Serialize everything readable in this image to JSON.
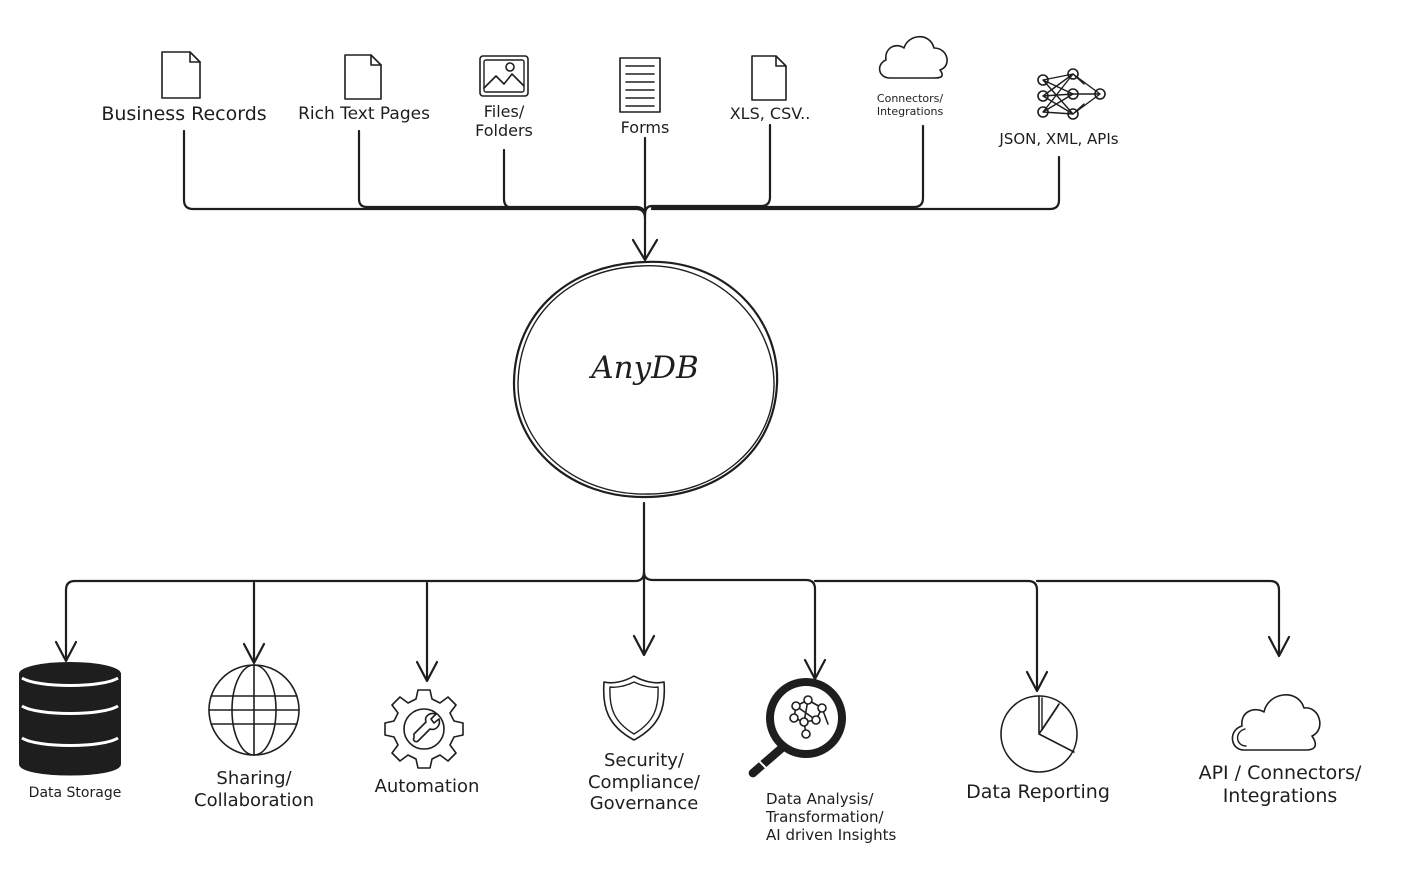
{
  "center": {
    "label": "AnyDB"
  },
  "inputs": [
    {
      "id": "business-records",
      "icon": "document-icon",
      "lines": [
        "Business Records"
      ]
    },
    {
      "id": "rich-text-pages",
      "icon": "document-icon",
      "lines": [
        "Rich Text Pages"
      ]
    },
    {
      "id": "files-folders",
      "icon": "image-icon",
      "lines": [
        "Files/",
        "Folders"
      ]
    },
    {
      "id": "forms",
      "icon": "form-icon",
      "lines": [
        "Forms"
      ]
    },
    {
      "id": "xls-csv",
      "icon": "document-icon",
      "lines": [
        "XLS, CSV.."
      ]
    },
    {
      "id": "connectors-integrations",
      "icon": "cloud-icon",
      "lines": [
        "Connectors/",
        "Integrations"
      ]
    },
    {
      "id": "json-xml-apis",
      "icon": "neural-network-icon",
      "lines": [
        "JSON, XML, APIs"
      ]
    }
  ],
  "outputs": [
    {
      "id": "data-storage",
      "icon": "database-icon",
      "lines": [
        "Data Storage"
      ]
    },
    {
      "id": "sharing-collaboration",
      "icon": "globe-icon",
      "lines": [
        "Sharing/",
        "Collaboration"
      ]
    },
    {
      "id": "automation",
      "icon": "gear-wrench-icon",
      "lines": [
        "Automation"
      ]
    },
    {
      "id": "security-compliance-governance",
      "icon": "shield-icon",
      "lines": [
        "Security/",
        "Compliance/",
        "Governance"
      ]
    },
    {
      "id": "data-analysis",
      "icon": "magnifier-network-icon",
      "lines": [
        "Data Analysis/",
        "Transformation/",
        "AI driven Insights"
      ]
    },
    {
      "id": "data-reporting",
      "icon": "pie-chart-icon",
      "lines": [
        "Data Reporting"
      ]
    },
    {
      "id": "api-connectors-integrations",
      "icon": "cloud-icon",
      "lines": [
        "API / Connectors/",
        "Integrations"
      ]
    }
  ]
}
